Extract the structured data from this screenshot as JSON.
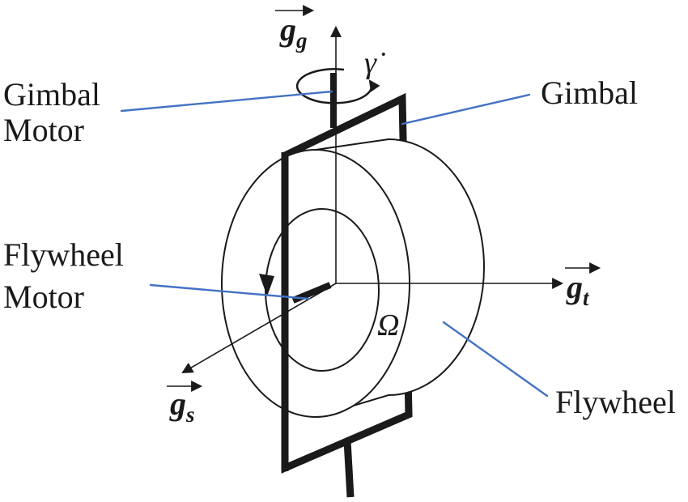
{
  "callouts": {
    "gimbal_motor": {
      "line1": "Gimbal",
      "line2": "Motor"
    },
    "gimbal": "Gimbal",
    "flywheel_motor": {
      "line1": "Flywheel",
      "line2": "Motor"
    },
    "flywheel": "Flywheel"
  },
  "axis_labels": {
    "gimbal_axis": {
      "symbol": "g",
      "subscript": "g"
    },
    "transverse_axis": {
      "symbol": "g",
      "subscript": "t"
    },
    "spin_axis": {
      "symbol": "g",
      "subscript": "s"
    }
  },
  "rates": {
    "gimbal_rate": "γ̇",
    "flywheel_spin_rate": "Ω"
  },
  "colors": {
    "ink": "#1a1a1a",
    "leader_line": "#4472c4",
    "background": "#ffffff"
  }
}
